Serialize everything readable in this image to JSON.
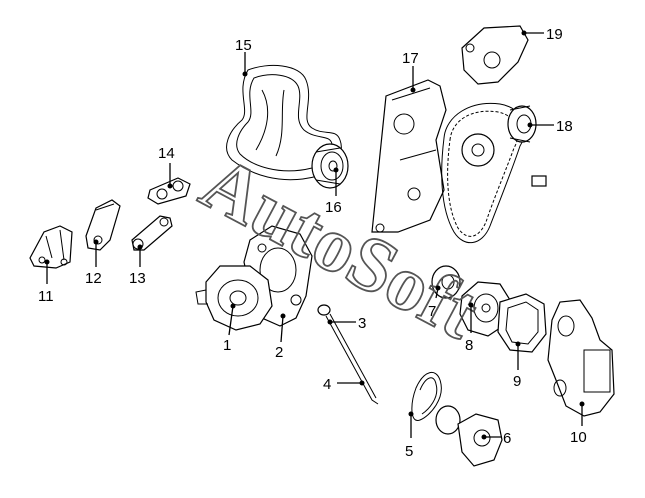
{
  "watermark": "AutoSoft",
  "callouts": {
    "c1": "1",
    "c2": "2",
    "c3": "3",
    "c4": "4",
    "c5": "5",
    "c6": "6",
    "c7": "7",
    "c8": "8",
    "c9": "9",
    "c10": "10",
    "c11": "11",
    "c12": "12",
    "c13": "13",
    "c14": "14",
    "c15": "15",
    "c16": "16",
    "c17": "17",
    "c18": "18",
    "c19": "19"
  },
  "colors": {
    "line": "#000000",
    "background": "#ffffff",
    "watermark": "#555555"
  }
}
